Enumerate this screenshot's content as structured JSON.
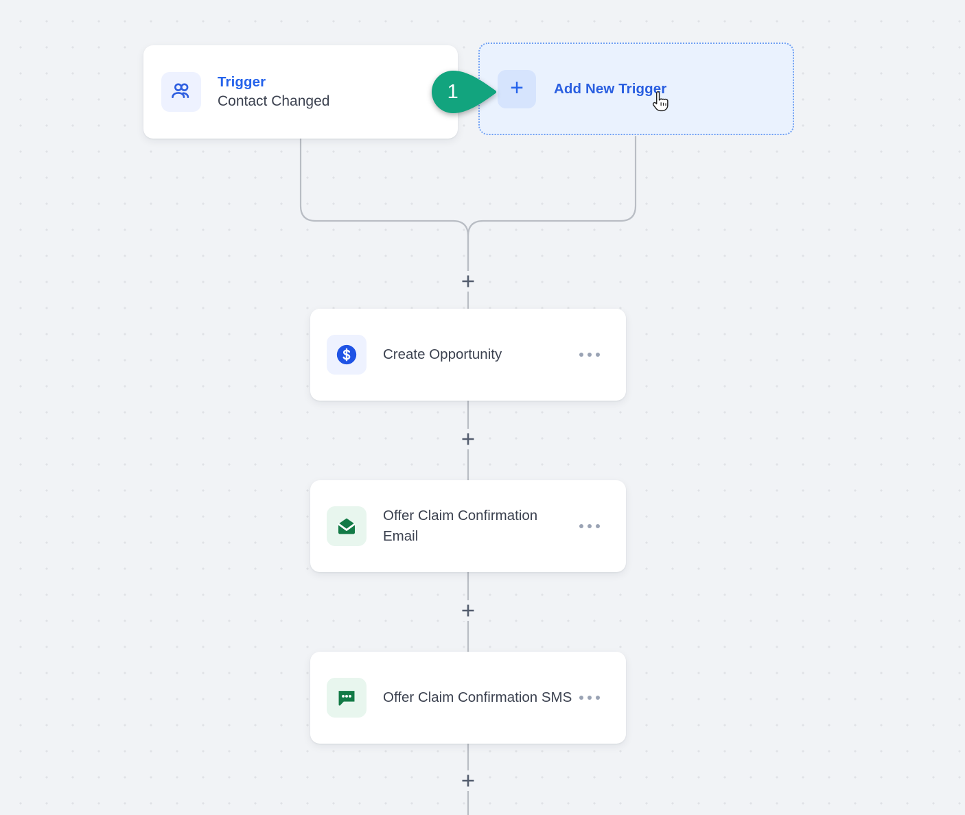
{
  "canvas": {
    "background_color": "#f1f3f6",
    "dot_color": "#e0e2e6"
  },
  "trigger_card": {
    "kicker": "Trigger",
    "title": "Contact Changed",
    "icon": "contacts-people-icon",
    "icon_color": "#2f5fe0",
    "tile_color": "#eef2ff"
  },
  "add_trigger": {
    "label": "Add New Trigger",
    "plus_glyph": "+",
    "icon": "plus-icon",
    "accent_color": "#2a5fe0",
    "border_color": "#6f9ff2",
    "fill_color": "#eaf2fe"
  },
  "marker": {
    "number": "1",
    "color": "#12a47e"
  },
  "steps": [
    {
      "label": "Create Opportunity",
      "icon": "dollar-circle-icon",
      "icon_color": "#1f53e5",
      "tile_color": "#eef2ff",
      "menu": "more-options-icon"
    },
    {
      "label": "Offer Claim Confirmation Email",
      "icon": "envelope-open-icon",
      "icon_color": "#137a46",
      "tile_color": "#e8f6ee",
      "menu": "more-options-icon"
    },
    {
      "label": "Offer Claim Confirmation SMS",
      "icon": "chat-bubble-dots-icon",
      "icon_color": "#137a46",
      "tile_color": "#e8f6ee",
      "menu": "more-options-icon"
    }
  ],
  "connectors": {
    "add_step_label": "+",
    "line_color": "#b9bdc4",
    "count": 4
  },
  "cursor": {
    "type": "pointing-hand-cursor"
  }
}
